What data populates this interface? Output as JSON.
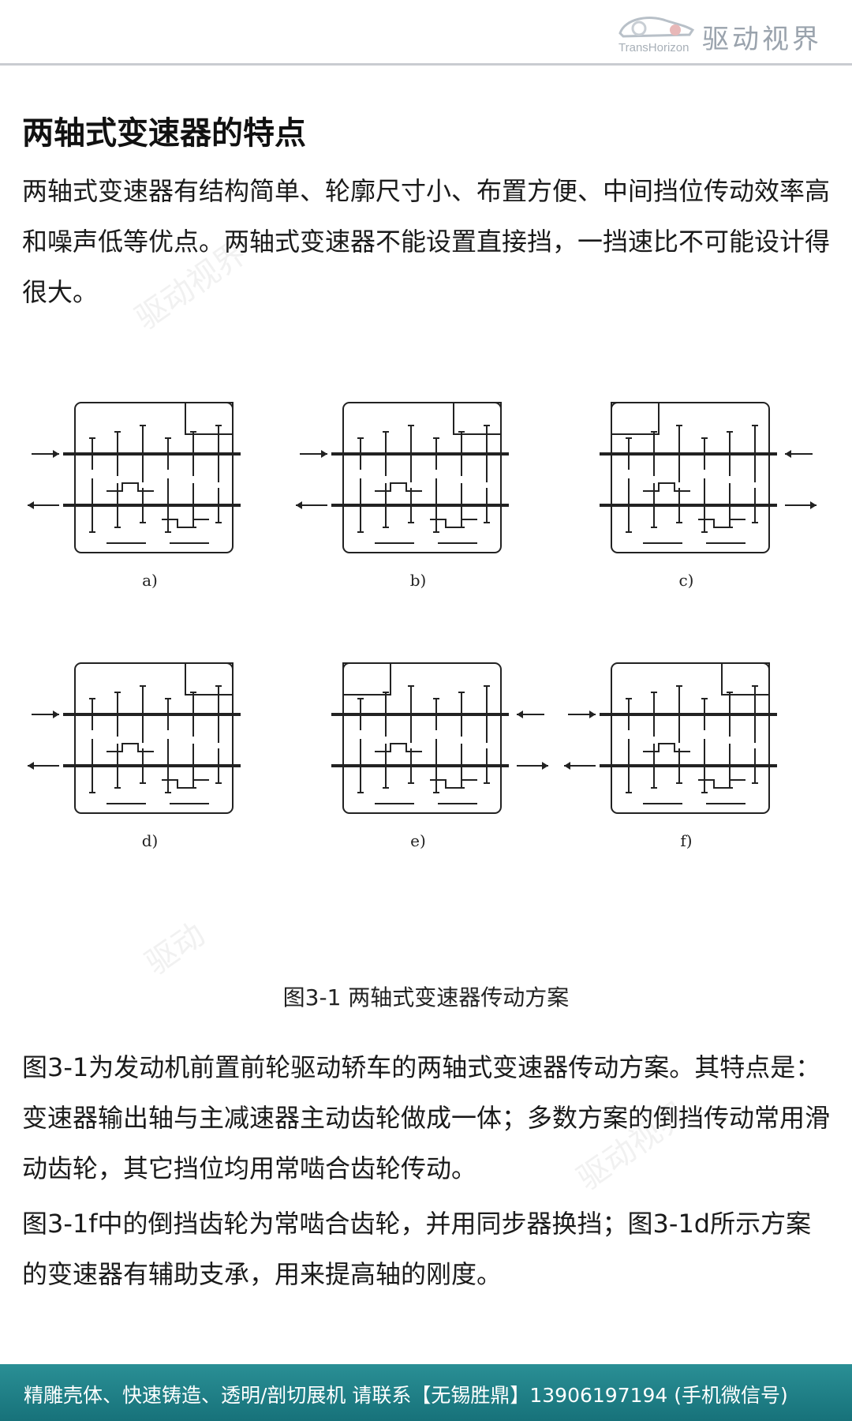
{
  "logo": {
    "name": "驱动视界",
    "sub": "TransHorizon"
  },
  "title": "两轴式变速器的特点",
  "paragraph1": "两轴式变速器有结构简单、轮廓尺寸小、布置方便、中间挡位传动效率高和噪声低等优点。两轴式变速器不能设置直接挡，一挡速比不可能设计得很大。",
  "figure": {
    "labels": [
      "a)",
      "b)",
      "c)",
      "d)",
      "e)",
      "f)"
    ],
    "caption": "图3-1  两轴式变速器传动方案"
  },
  "paragraph2": "图3-1为发动机前置前轮驱动轿车的两轴式变速器传动方案。其特点是：变速器输出轴与主减速器主动齿轮做成一体；多数方案的倒挡传动常用滑动齿轮，其它挡位均用常啮合齿轮传动。",
  "paragraph3": "图3-1f中的倒挡齿轮为常啮合齿轮，并用同步器换挡；图3-1d所示方案的变速器有辅助支承，用来提高轴的刚度。",
  "footer": "精雕壳体、快速铸造、透明/剖切展机 请联系【无锡胜鼎】13906197194 (手机微信号)"
}
